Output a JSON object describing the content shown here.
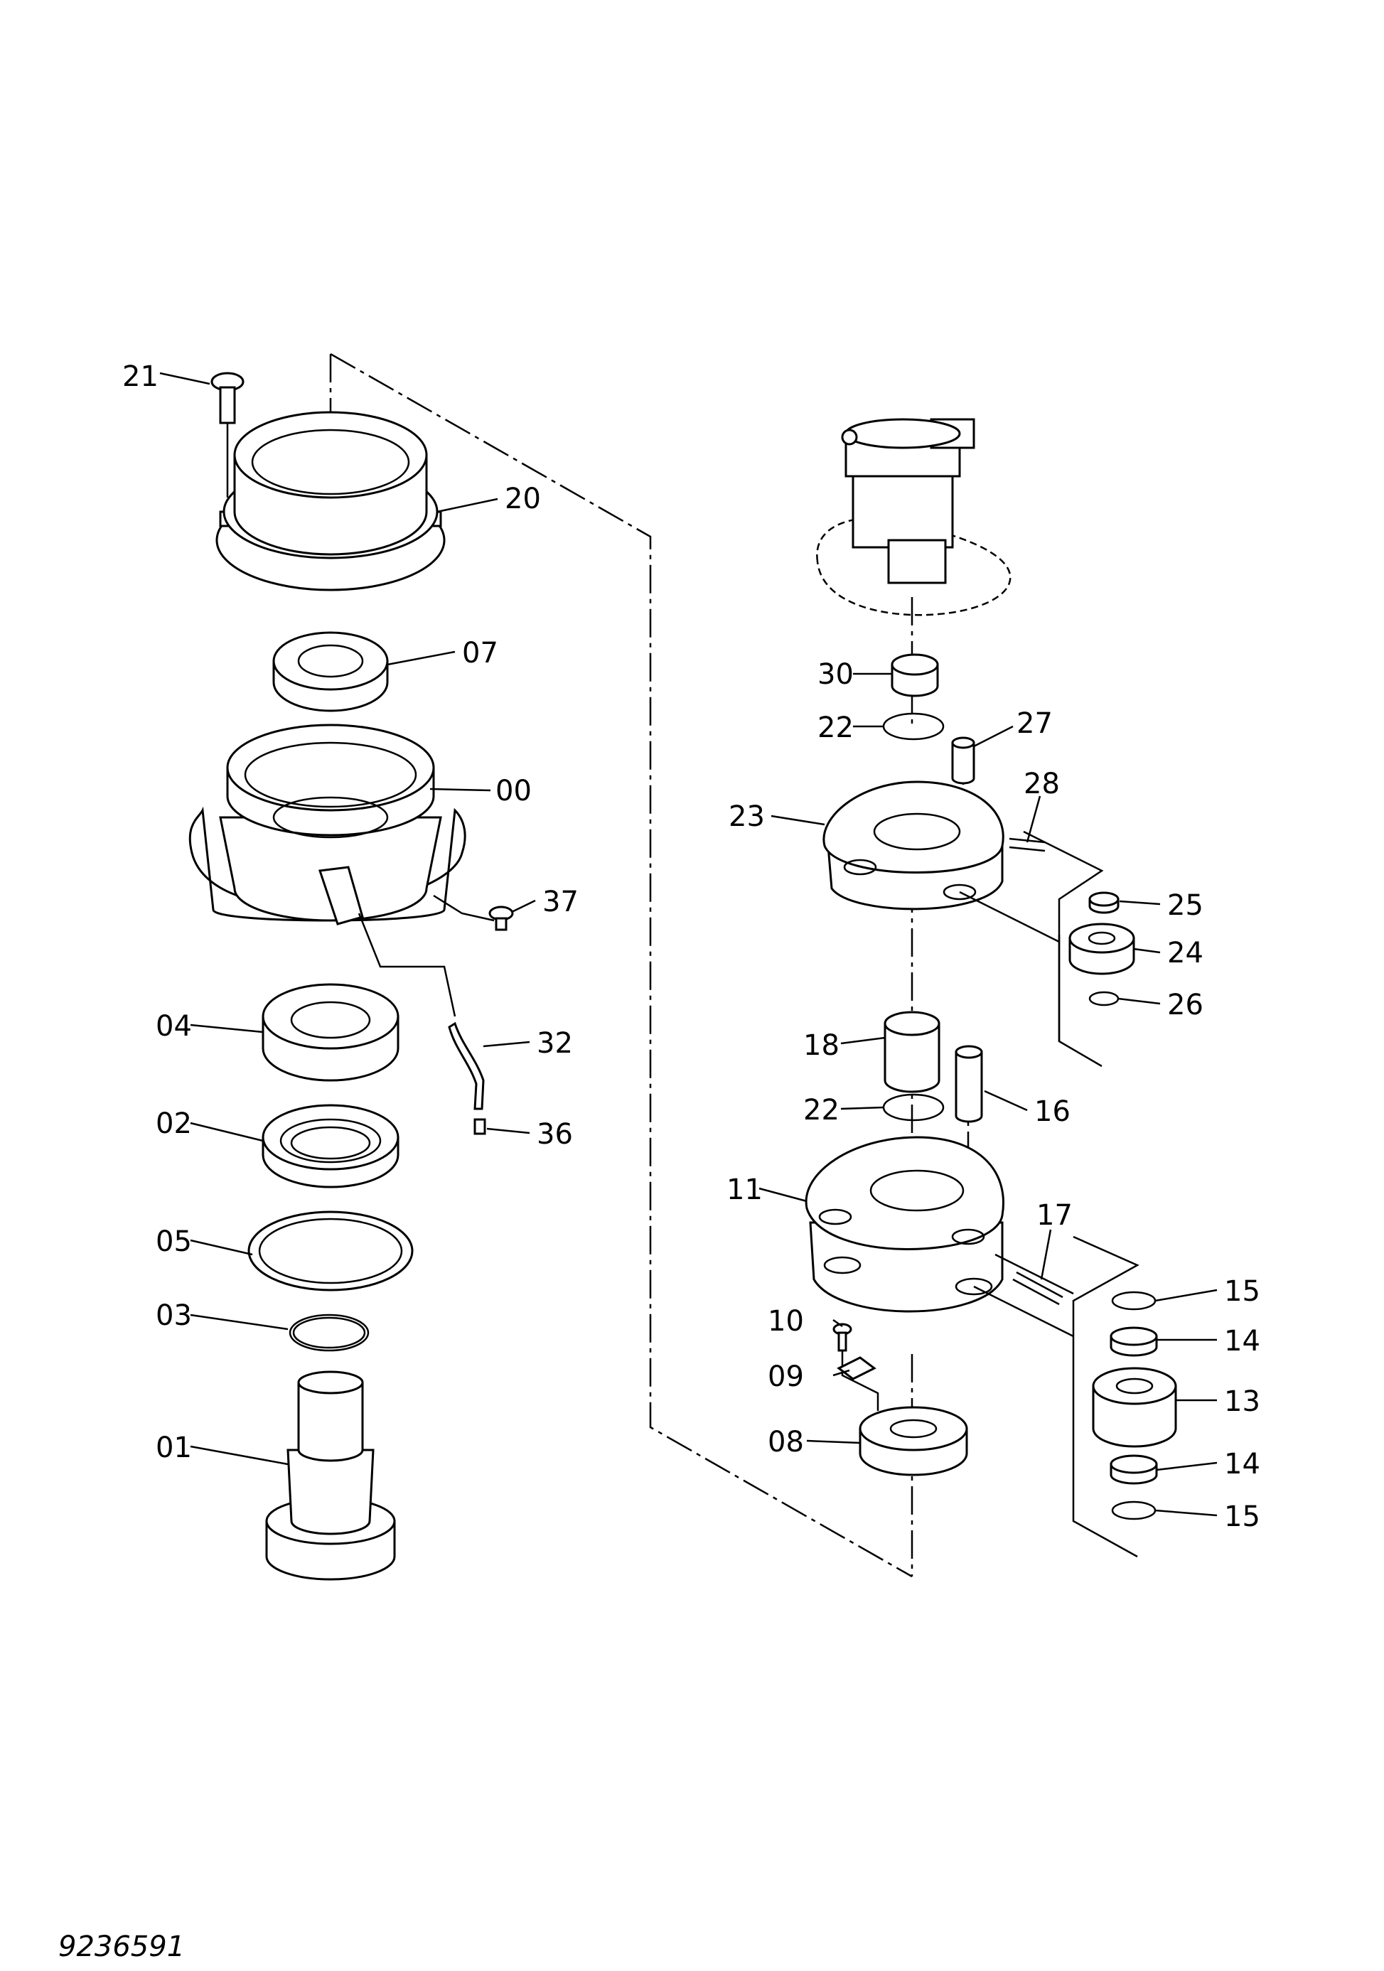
{
  "diagram_id": "9236591",
  "callouts": [
    "21",
    "20",
    "07",
    "00",
    "37",
    "04",
    "32",
    "02",
    "36",
    "05",
    "03",
    "01",
    "30",
    "22",
    "27",
    "28",
    "23",
    "25",
    "24",
    "26",
    "18",
    "16",
    "22",
    "11",
    "17",
    "15",
    "14",
    "13",
    "10",
    "09",
    "08",
    "14",
    "15"
  ]
}
